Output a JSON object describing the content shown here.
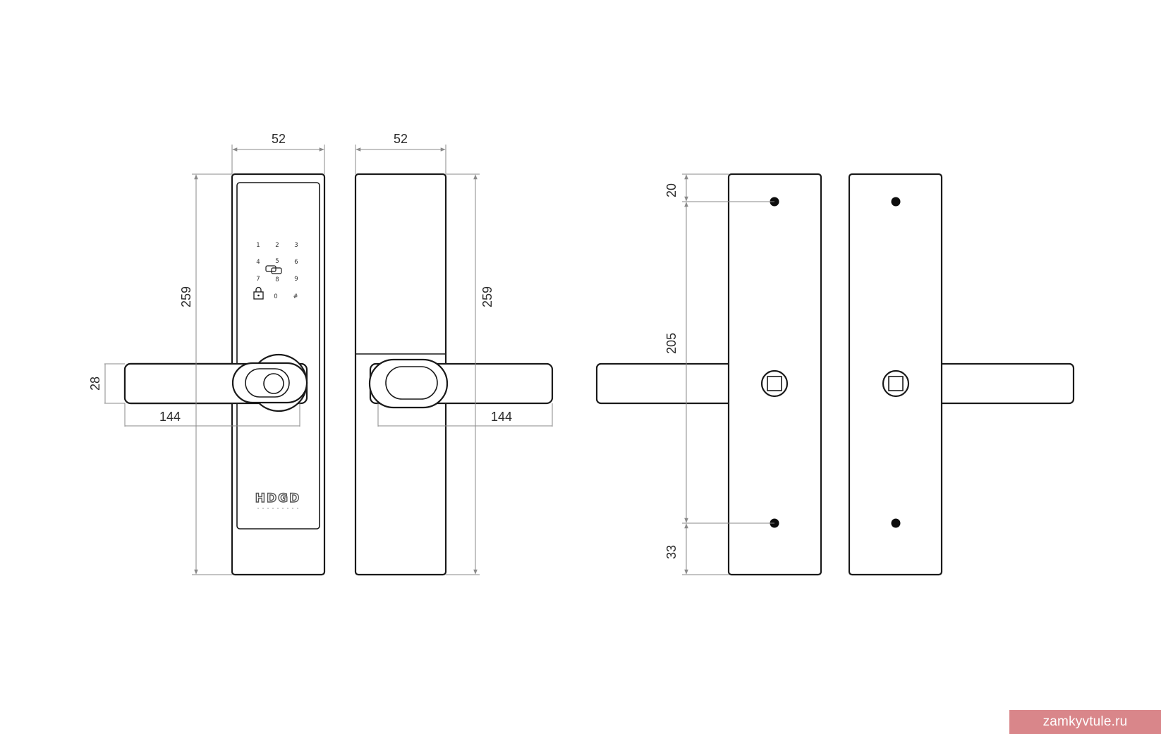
{
  "dimensions": {
    "front_width": "52",
    "back_width": "52",
    "front_height": "259",
    "back_height": "259",
    "handle_height": "28",
    "front_handle_length": "144",
    "back_handle_length": "144",
    "top_hole_offset": "20",
    "hole_spacing": "205",
    "bottom_hole_offset": "33"
  },
  "keypad": {
    "keys": [
      "1",
      "2",
      "3",
      "4",
      "5",
      "6",
      "7",
      "8",
      "9",
      "0",
      "#"
    ]
  },
  "brand": {
    "logo": "HDGD"
  },
  "watermark": "zamkyvtule.ru"
}
